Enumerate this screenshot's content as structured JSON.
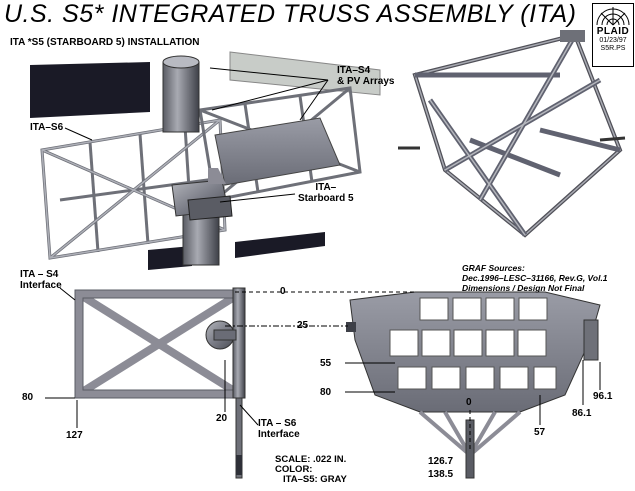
{
  "header": {
    "title": "U.S. S5* INTEGRATED TRUSS ASSEMBLY (ITA)",
    "subtitle": "ITA *S5 (STARBOARD 5) INSTALLATION"
  },
  "logo": {
    "name": "PLAID",
    "date": "01/23/97",
    "code": "S5R.PS"
  },
  "callouts": {
    "s4_line1": "ITA–S4",
    "s4_line2": "& PV Arrays",
    "s6": "ITA–S6",
    "s5_line1": "ITA–",
    "s5_line2": "Starboard 5",
    "s4_interface_line1": "ITA – S4",
    "s4_interface_line2": "Interface",
    "s6_interface_line1": "ITA – S6",
    "s6_interface_line2": "Interface"
  },
  "sources": {
    "line1": "GRAF Sources:",
    "line2": "Dec.1996–LESC–31166, Rev.G, Vol.1",
    "line3": "Dimensions / Design Not Final"
  },
  "dimensions": {
    "d0_top": "0",
    "d25": "25",
    "d55": "55",
    "d80_right": "80",
    "d80_left": "80",
    "d127": "127",
    "d20": "20",
    "d0_bottom": "0",
    "d57": "57",
    "d86_1": "86.1",
    "d96_1": "96.1",
    "d126_7": "126.7",
    "d138_5": "138.5"
  },
  "scale": {
    "line1": "SCALE: .022 IN.",
    "line2": "COLOR:",
    "line3": "ITA–S5: GRAY"
  },
  "colors": {
    "structure": "#8c8c96",
    "structure_dark": "#505058",
    "panel": "#1a1a26",
    "light_panel": "#c8ccc8"
  }
}
